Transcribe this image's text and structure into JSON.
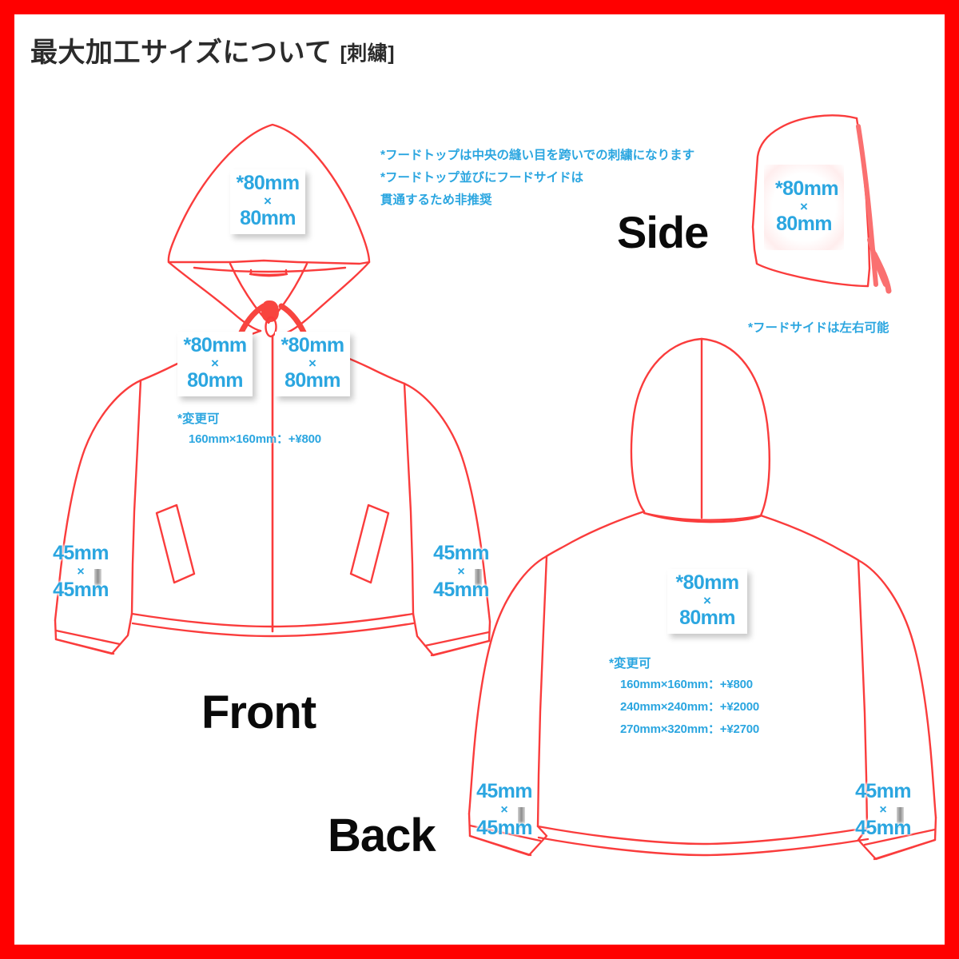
{
  "page": {
    "border_color": "#ff0000",
    "background": "#ffffff",
    "accent_blue": "#2ba6e0",
    "line_red": "#fa3c3c"
  },
  "header": {
    "title": "最大加工サイズについて",
    "method": "[刺繍]"
  },
  "views": {
    "front_label": "Front",
    "back_label": "Back",
    "side_label": "Side"
  },
  "notes": {
    "hood_note_line1": "*フードトップは中央の縫い目を跨いでの刺繍になります",
    "hood_note_line2": "*フードトップ並びにフードサイドは",
    "hood_note_line3": "貫通するため非推奨",
    "side_note": "*フードサイドは左右可能",
    "front_change_title": "*変更可",
    "front_change_opt1": "160mm×160mm：+¥800",
    "back_change_title": "*変更可",
    "back_change_opt1": "160mm×160mm：+¥800",
    "back_change_opt2": "240mm×240mm：+¥2000",
    "back_change_opt3": "270mm×320mm：+¥2700"
  },
  "chips": {
    "hood_top": {
      "w": "*80mm",
      "x": "×",
      "h": "80mm"
    },
    "chest_left": {
      "w": "*80mm",
      "x": "×",
      "h": "80mm"
    },
    "chest_right": {
      "w": "*80mm",
      "x": "×",
      "h": "80mm"
    },
    "side_hood": {
      "w": "*80mm",
      "x": "×",
      "h": "80mm"
    },
    "back_body": {
      "w": "*80mm",
      "x": "×",
      "h": "80mm"
    },
    "front_sleeve_left": {
      "w": "45mm",
      "x": "×",
      "h": "45mm"
    },
    "front_sleeve_right": {
      "w": "45mm",
      "x": "×",
      "h": "45mm"
    },
    "back_sleeve_left": {
      "w": "45mm",
      "x": "×",
      "h": "45mm"
    },
    "back_sleeve_right": {
      "w": "45mm",
      "x": "×",
      "h": "45mm"
    }
  }
}
